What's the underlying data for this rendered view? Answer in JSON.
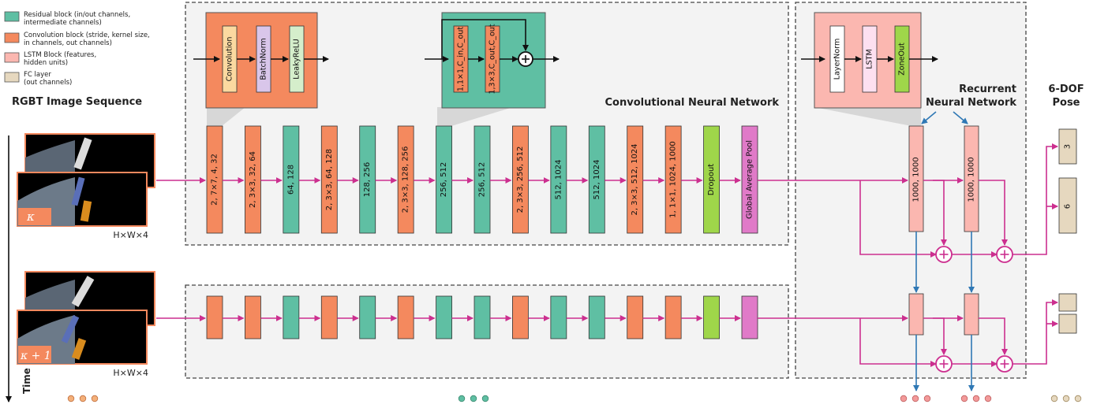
{
  "legend": {
    "residual": {
      "label_line1": "Residual block (in/out channels,",
      "label_line2": "intermediate channels)",
      "color": "#5fbfa3"
    },
    "conv": {
      "label_line1": "Convolution block (stride, kernel size,",
      "label_line2": "in channels, out channels)",
      "color": "#f4895e"
    },
    "lstm": {
      "label_line1": "LSTM Block (features,",
      "label_line2": "hidden units)",
      "color": "#fbb7b0"
    },
    "fc": {
      "label_line1": "FC layer",
      "label_line2": "(out channels)",
      "color": "#e6d8bf"
    }
  },
  "headings": {
    "input": "RGBT Image Sequence",
    "cnn": "Convolutional Neural Network",
    "rnn_line1": "Recurrent",
    "rnn_line2": "Neural Network",
    "pose_line1": "6-DOF",
    "pose_line2": "Pose",
    "time": "Time"
  },
  "inputs": {
    "frame1_label": "κ",
    "frame2_label": "κ + 1",
    "dims1": "H×W×4",
    "dims2": "H×W×4"
  },
  "conv_detail": [
    "Convolution",
    "BatchNorm",
    "LeakyReLU"
  ],
  "res_detail": [
    "1,1×1,C_in,C_out",
    "1,3×3,C_out,C_out"
  ],
  "rnn_detail": [
    "LayerNorm",
    "LSTM",
    "ZoneOut"
  ],
  "cnn_blocks": [
    {
      "kind": "conv",
      "label": "2, 7×7, 4, 32"
    },
    {
      "kind": "conv",
      "label": "2, 3×3, 32, 64"
    },
    {
      "kind": "residual",
      "label": "64, 128"
    },
    {
      "kind": "conv",
      "label": "2, 3×3, 64, 128"
    },
    {
      "kind": "residual",
      "label": "128, 256"
    },
    {
      "kind": "conv",
      "label": "2, 3×3, 128, 256"
    },
    {
      "kind": "residual",
      "label": "256, 512"
    },
    {
      "kind": "residual",
      "label": "256, 512"
    },
    {
      "kind": "conv",
      "label": "2, 3×3, 256, 512"
    },
    {
      "kind": "residual",
      "label": "512, 1024"
    },
    {
      "kind": "residual",
      "label": "512, 1024"
    },
    {
      "kind": "conv",
      "label": "2, 3×3, 512, 1024"
    },
    {
      "kind": "conv",
      "label": "1, 1×1, 1024, 1000"
    },
    {
      "kind": "dropout",
      "label": "Dropout"
    },
    {
      "kind": "pool",
      "label": "Global Average Pool"
    }
  ],
  "lstm_blocks": [
    {
      "label": "1000, 1000"
    },
    {
      "label": "1000, 1000"
    }
  ],
  "fc_blocks": [
    {
      "label": "3"
    },
    {
      "label": "6"
    }
  ],
  "colors": {
    "conv": "#f4895e",
    "residual": "#5fbfa3",
    "dropout": "#9fd64a",
    "pool": "#e07ac8",
    "lstm": "#fbb7b0",
    "fc": "#e6d8bf",
    "flow": "#cc2f8f",
    "recurrent": "#2f78b5",
    "dot_conv": "#f4b07a",
    "dot_res": "#5fbfa3",
    "dot_lstm": "#f39a9a",
    "dot_fc": "#e6d8bf"
  }
}
